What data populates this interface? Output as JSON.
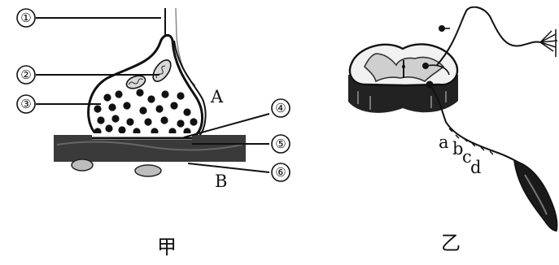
{
  "figure_jia": {
    "caption": "甲",
    "letters": {
      "a_top": "A",
      "b_bottom": "B"
    },
    "callouts": [
      "①",
      "②",
      "③",
      "④",
      "⑤",
      "⑥"
    ]
  },
  "figure_yi": {
    "caption": "乙",
    "synapse_labels": [
      "a",
      "b",
      "c",
      "d"
    ]
  }
}
